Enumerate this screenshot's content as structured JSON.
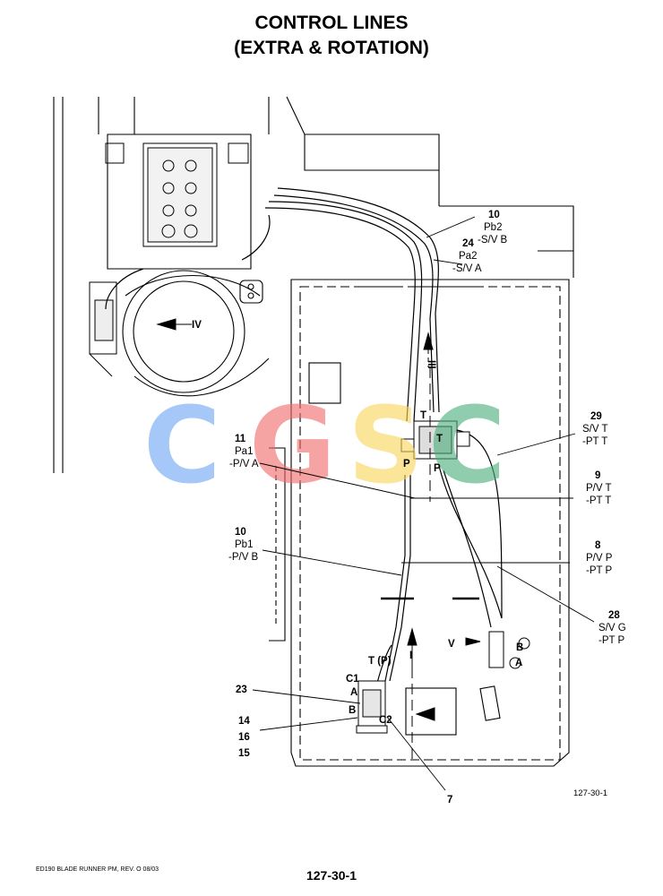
{
  "title": {
    "line1": "CONTROL LINES",
    "line2": "(EXTRA & ROTATION)"
  },
  "callouts": {
    "c10_top": {
      "num": "10",
      "l1": "Pb2",
      "l2": "-S/V B"
    },
    "c24": {
      "num": "24",
      "l1": "Pa2",
      "l2": "-S/V A"
    },
    "c29": {
      "num": "29",
      "l1": "S/V T",
      "l2": "-PT T"
    },
    "c11": {
      "num": "11",
      "l1": "Pa1",
      "l2": "-P/V A"
    },
    "c9": {
      "num": "9",
      "l1": "P/V T",
      "l2": "-PT T"
    },
    "c10_mid": {
      "num": "10",
      "l1": "Pb1",
      "l2": "-P/V B"
    },
    "c8": {
      "num": "8",
      "l1": "P/V P",
      "l2": "-PT P"
    },
    "c28": {
      "num": "28",
      "l1": "S/V G",
      "l2": "-PT P"
    },
    "c23": {
      "num": "23"
    },
    "c14": {
      "num": "14"
    },
    "c16": {
      "num": "16"
    },
    "c15": {
      "num": "15"
    },
    "c7": {
      "num": "7"
    }
  },
  "port_labels": {
    "T": "T",
    "P": "P",
    "B": "B",
    "A": "A",
    "C1": "C1",
    "C2": "C2",
    "TP": "T (P)"
  },
  "direction_markers": {
    "iv": "IV",
    "v": "V",
    "iii": "III",
    "i": "I"
  },
  "watermark": {
    "letters": [
      "C",
      "G",
      "S",
      "C"
    ],
    "colors": [
      "#6fa8f5",
      "#f26b6b",
      "#f9d65c",
      "#4caf7d"
    ]
  },
  "footer": {
    "left": "ED190 BLADE RUNNER PM, REV. O 08/03",
    "page": "127-30-1",
    "figure_ref": "127-30-1"
  }
}
